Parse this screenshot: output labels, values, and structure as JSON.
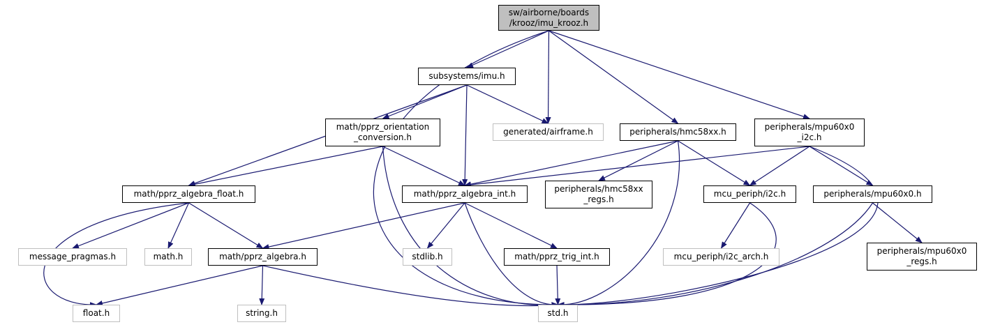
{
  "graph": {
    "nodes": [
      {
        "id": "imu_krooz",
        "label": "sw/airborne/boards\n/krooz/imu_krooz.h",
        "style": "focus"
      },
      {
        "id": "subsystems_imu",
        "label": "subsystems/imu.h",
        "style": "normal"
      },
      {
        "id": "pprz_orientation_conversion",
        "label": "math/pprz_orientation\n_conversion.h",
        "style": "normal"
      },
      {
        "id": "generated_airframe",
        "label": "generated/airframe.h",
        "style": "missing"
      },
      {
        "id": "hmc58xx",
        "label": "peripherals/hmc58xx.h",
        "style": "normal"
      },
      {
        "id": "mpu60x0_i2c",
        "label": "peripherals/mpu60x0\n_i2c.h",
        "style": "normal"
      },
      {
        "id": "pprz_algebra_float",
        "label": "math/pprz_algebra_float.h",
        "style": "normal"
      },
      {
        "id": "pprz_algebra_int",
        "label": "math/pprz_algebra_int.h",
        "style": "normal"
      },
      {
        "id": "hmc58xx_regs",
        "label": "peripherals/hmc58xx\n_regs.h",
        "style": "normal"
      },
      {
        "id": "mcu_periph_i2c",
        "label": "mcu_periph/i2c.h",
        "style": "normal"
      },
      {
        "id": "mpu60x0",
        "label": "peripherals/mpu60x0.h",
        "style": "normal"
      },
      {
        "id": "message_pragmas",
        "label": "message_pragmas.h",
        "style": "missing"
      },
      {
        "id": "math_h",
        "label": "math.h",
        "style": "missing"
      },
      {
        "id": "pprz_algebra",
        "label": "math/pprz_algebra.h",
        "style": "normal"
      },
      {
        "id": "stdlib",
        "label": "stdlib.h",
        "style": "missing"
      },
      {
        "id": "pprz_trig_int",
        "label": "math/pprz_trig_int.h",
        "style": "normal"
      },
      {
        "id": "i2c_arch",
        "label": "mcu_periph/i2c_arch.h",
        "style": "missing"
      },
      {
        "id": "mpu60x0_regs",
        "label": "peripherals/mpu60x0\n_regs.h",
        "style": "normal"
      },
      {
        "id": "float_h",
        "label": "float.h",
        "style": "missing"
      },
      {
        "id": "string_h",
        "label": "string.h",
        "style": "missing"
      },
      {
        "id": "std_h",
        "label": "std.h",
        "style": "missing"
      }
    ],
    "edges": [
      [
        "imu_krooz",
        "subsystems_imu"
      ],
      [
        "imu_krooz",
        "generated_airframe"
      ],
      [
        "imu_krooz",
        "hmc58xx"
      ],
      [
        "imu_krooz",
        "mpu60x0_i2c"
      ],
      [
        "imu_krooz",
        "std_h"
      ],
      [
        "subsystems_imu",
        "pprz_orientation_conversion"
      ],
      [
        "subsystems_imu",
        "generated_airframe"
      ],
      [
        "subsystems_imu",
        "pprz_algebra_float"
      ],
      [
        "subsystems_imu",
        "pprz_algebra_int"
      ],
      [
        "pprz_orientation_conversion",
        "pprz_algebra_float"
      ],
      [
        "pprz_orientation_conversion",
        "pprz_algebra_int"
      ],
      [
        "pprz_orientation_conversion",
        "std_h"
      ],
      [
        "hmc58xx",
        "pprz_algebra_int"
      ],
      [
        "hmc58xx",
        "hmc58xx_regs"
      ],
      [
        "hmc58xx",
        "mcu_periph_i2c"
      ],
      [
        "hmc58xx",
        "std_h"
      ],
      [
        "mpu60x0_i2c",
        "pprz_algebra_int"
      ],
      [
        "mpu60x0_i2c",
        "mcu_periph_i2c"
      ],
      [
        "mpu60x0_i2c",
        "mpu60x0"
      ],
      [
        "mpu60x0_i2c",
        "std_h"
      ],
      [
        "pprz_algebra_float",
        "message_pragmas"
      ],
      [
        "pprz_algebra_float",
        "math_h"
      ],
      [
        "pprz_algebra_float",
        "pprz_algebra"
      ],
      [
        "pprz_algebra_float",
        "float_h"
      ],
      [
        "pprz_algebra_int",
        "pprz_algebra"
      ],
      [
        "pprz_algebra_int",
        "stdlib"
      ],
      [
        "pprz_algebra_int",
        "pprz_trig_int"
      ],
      [
        "pprz_algebra_int",
        "std_h"
      ],
      [
        "mcu_periph_i2c",
        "i2c_arch"
      ],
      [
        "mcu_periph_i2c",
        "std_h"
      ],
      [
        "mpu60x0",
        "mpu60x0_regs"
      ],
      [
        "mpu60x0",
        "std_h"
      ],
      [
        "pprz_algebra",
        "float_h"
      ],
      [
        "pprz_algebra",
        "string_h"
      ],
      [
        "pprz_algebra",
        "std_h"
      ],
      [
        "pprz_trig_int",
        "std_h"
      ]
    ]
  },
  "colors": {
    "edge": "#191970",
    "node_border": "#000000",
    "missing_border": "#bfbfbf",
    "focus_fill": "#bfbfbf"
  }
}
